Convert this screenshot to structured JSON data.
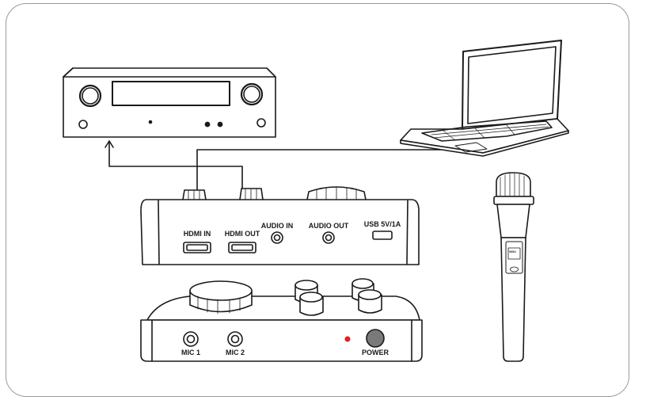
{
  "ports": {
    "hdmi_in": "HDMI IN",
    "hdmi_out": "HDMI OUT",
    "audio_in": "AUDIO IN",
    "audio_out": "AUDIO OUT",
    "usb": "USB 5V/1A"
  },
  "controls": {
    "mic1": "MIC 1",
    "mic2": "MIC 2",
    "power": "POWER"
  },
  "colors": {
    "line": "#1a1a1a",
    "device_fill": "#ffffff",
    "power_led": "#e02020"
  }
}
